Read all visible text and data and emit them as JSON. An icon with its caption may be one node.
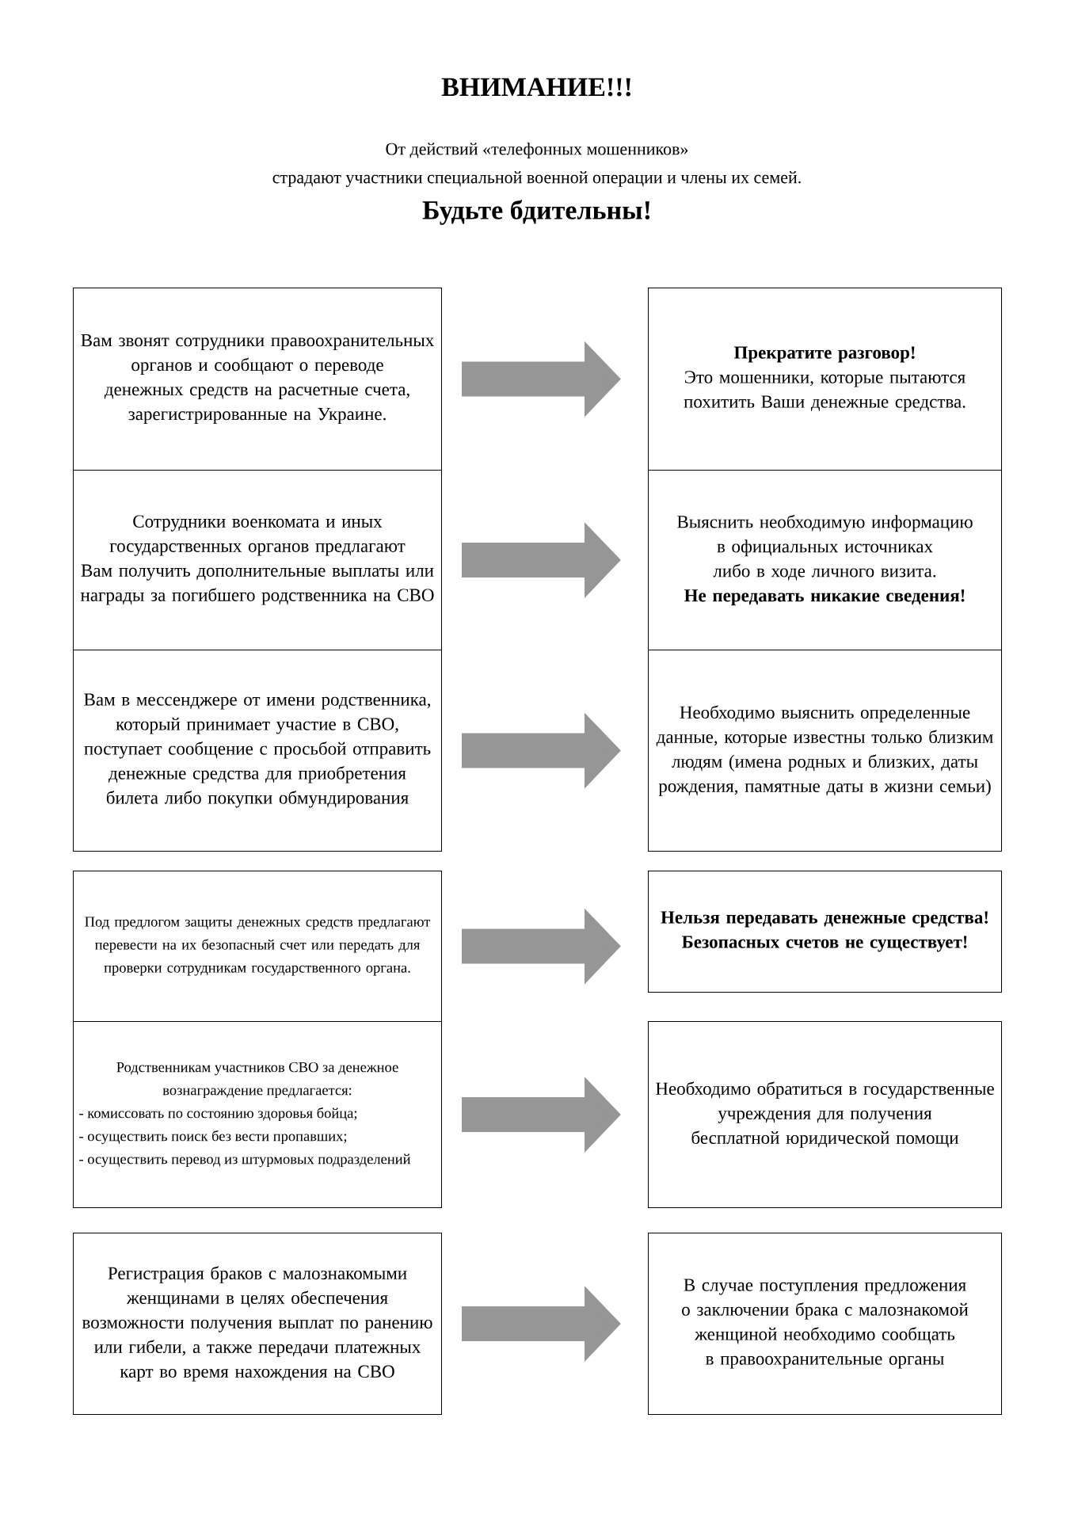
{
  "diagram": {
    "title": "ВНИМАНИЕ!!!",
    "nodes": [
      {
        "text": [
          "Вам звонят сотрудники правоохранительных органов и сообщают о переводе денежных средств на расчетные счета, зарегистрированные на Украине."
        ]
      },
      {
        "text": [
          "Прекратите разговор!",
          "Это мошенники, которые пытаются похитить Ваши денежные средства."
        ]
      },
      {
        "text": [
          "Сотрудники военкомата и иных государственных органов предлагают Вам получить дополнительные выплаты или награды за погибшего родственника на СВО"
        ]
      },
      {
        "text": [
          "Выяснить необходимую информацию в официальных источниках либо в ходе личного визита.",
          "Не передавать никакие сведения!"
        ]
      },
      {
        "text": [
          "Вам в мессенджере от имени родственника, который принимает участие в СВО, поступает сообщение с просьбой отправить денежные средства для приобретения билета либо покупки обмундирования"
        ]
      },
      {
        "text": [
          "Необходимо выяснить определенные данные, которые известны только близким людям (имена родных и близких, даты рождения, памятные даты в жизни семьи)"
        ]
      },
      {
        "text": [
          "Под предлогом защиты денежных средств предлагают перевести на их безопасный счет или передать для проверки сотрудникам государственного органа."
        ]
      },
      {
        "text": [
          "Нельзя передавать денежные средства! Безопасных счетов не существует!"
        ]
      },
      {
        "text": [
          "Родственникам участников СВО за денежное вознаграждение предлагается:",
          "- комиссовать по состоянию здоровья бойца;",
          "- осуществить поиск без вести пропавших;",
          "- осуществить перевод из штурмовых подразделений"
        ]
      },
      {
        "text": [
          "Необходимо обратиться в государственные учреждения для получения бесплатной юридической помощи"
        ]
      },
      {
        "text": [
          "Регистрация браков с малознакомыми женщинами в целях обеспечения возможности получения выплат по ранению или гибели, а также передачи платежных карт во время нахождения на СВО"
        ]
      },
      {
        "text": [
          "В случае поступления предложения о заключении брака с малознакомой женщиной необходимо сообщать в правоохранительные органы"
        ]
      }
    ],
    "edges": [
      {
        "from": 0,
        "to": 1,
        "arrow": "to"
      },
      {
        "from": 2,
        "to": 3,
        "arrow": "to"
      },
      {
        "from": 4,
        "to": 5,
        "arrow": "to"
      },
      {
        "from": 6,
        "to": 7,
        "arrow": "to"
      },
      {
        "from": 8,
        "to": 9,
        "arrow": "to"
      },
      {
        "from": 10,
        "to": 11,
        "arrow": "to"
      }
    ],
    "labels": [
      "От действий «телефонных мошенников»",
      "страдают участники специальной военной операции и члены их семей.",
      "Будьте бдительны!"
    ]
  }
}
